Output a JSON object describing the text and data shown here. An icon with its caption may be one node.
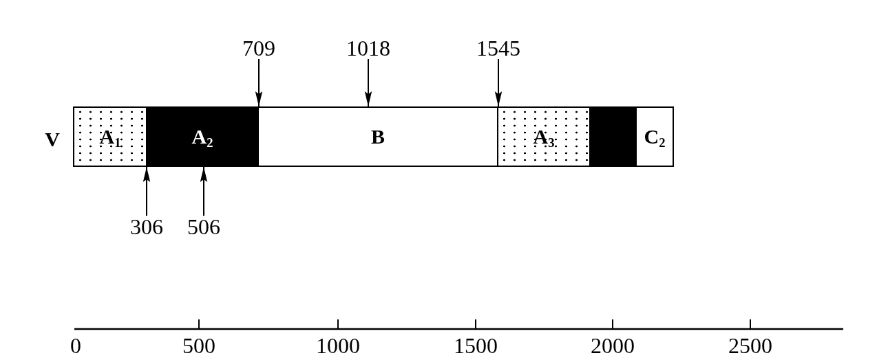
{
  "diagram": {
    "nodes": [
      {
        "text": [
          "709"
        ]
      },
      {
        "text": [
          "1018"
        ]
      },
      {
        "text": [
          "1545"
        ]
      },
      {
        "text": [],
        "shape": "bar",
        "beside": [
          "V"
        ]
      },
      {
        "text": [
          "A$_{1}$"
        ],
        "in": 3
      },
      {
        "text": [
          "A$_{2}$"
        ],
        "in": 3
      },
      {
        "text": [
          "B"
        ],
        "in": 3
      },
      {
        "text": [
          "A$_{3}$"
        ],
        "in": 3
      },
      {
        "text": [],
        "shape": "bar",
        "in": 3
      },
      {
        "text": [
          "C$_{2}$"
        ],
        "in": 3
      },
      {
        "text": [
          "306"
        ]
      },
      {
        "text": [
          "506"
        ]
      }
    ],
    "edges": [
      {
        "from": 0,
        "to": 3,
        "arrow": "to"
      },
      {
        "from": 1,
        "to": 3,
        "arrow": "to"
      },
      {
        "from": 2,
        "to": 3,
        "arrow": "to"
      },
      {
        "from": 10,
        "to": 3,
        "arrow": "to"
      },
      {
        "from": 11,
        "to": 3,
        "arrow": "to"
      }
    ],
    "labels": [
      "0",
      "500",
      "1000",
      "1500",
      "2000",
      "2500"
    ]
  }
}
